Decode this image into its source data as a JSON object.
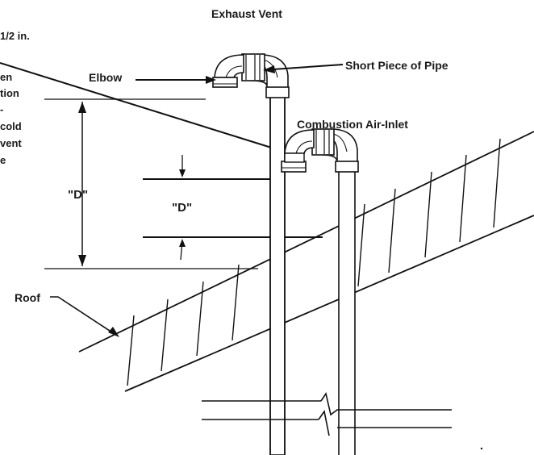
{
  "title": "Exhaust Vent",
  "labels": {
    "short_pipe": "Short Piece of Pipe",
    "elbow": "Elbow",
    "combustion_inlet": "Combustion Air-Inlet",
    "dimension_d_outer": "\"D\"",
    "dimension_d_inner": "\"D\"",
    "roof": "Roof"
  },
  "cutoff_note": [
    "1/2 in.",
    "en",
    "tion",
    "-",
    "cold",
    "vent",
    "e"
  ],
  "colors": {
    "ink": "#111111",
    "background": "#ffffff"
  }
}
